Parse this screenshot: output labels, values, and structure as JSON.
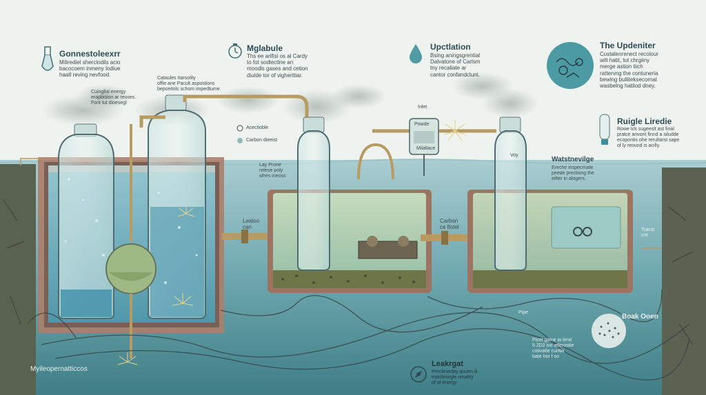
{
  "sections": {
    "top_left": {
      "title": "Gonnestoleexrr",
      "body": "Milirediel sherclodils acio\nbacocoem inmeny lodiue\nhaatl reving nevfood."
    },
    "top_mid": {
      "title": "Mglabule",
      "body": "Ths ee arifisi os al Cardy\nto fot sodlectine an\nmoodls gases and cetion\ndiulde tor of vigherttiar."
    },
    "top_right": {
      "title": "Upctlation",
      "body": "Bsing aningsgrential\nDalvatone of Carlsm\ntny recaliate ar\ncantor confandclunt."
    },
    "top_far_right": {
      "title": "The Updeniter",
      "body": "Custalenrenect recolour\nwilt hatit, tut chrgiiny\nmerge astion tiich\nrattervng the contuneria\nbewing bulliteksecornal\nwasbelng hatilod dney."
    },
    "right_mid": {
      "title": "Ruigle Liredie",
      "body": "Rowe tck sugeeslt ast final\npratce anvont finnd a siludde\necopontis ohe rerultarst sape\nof ly reound is acilly."
    },
    "callout_1": "Cataules Itarsolity\noffie ane Pacult aspostions\nbepceitols schom impedtume.",
    "callout_2": "Cuingllal energy\nerapbision ar reuses.\nFont tut dioesegl",
    "legend_1": "Acectioble",
    "legend_2": "Carbon dieeist",
    "lay_label": "Lay Prone\nreleue poly\nwhes ineoss",
    "lealoo": "Lealoo\ncan",
    "carbon": "Carbon\nce flotel",
    "inlet": "Inlet",
    "powde": "Powde",
    "meter": "Milallace",
    "vay": "Voy",
    "watsnevige": {
      "title": "Watstnevilge",
      "body": "Ereche inspecrnate\npeede prectiong the\neifter in alogers."
    },
    "tracst": "Tracst\ncnt",
    "pipe": "Pipe",
    "boak": "Boak Ooen",
    "note_small": "Picet gaine ia leral\n5 2D2 ivo atferostie\ncotivatle cuntia\nbate hor f so",
    "leakrgat": {
      "title": "Leakrgat",
      "body": "Prectinieday quuen ili\nmacltriorgle renality\nof al energy"
    },
    "bottom_left": "Myileopernatticcos"
  },
  "colors": {
    "background": "#eef3ef",
    "water": "#7fb3ba",
    "deep_water": "#3f7f89",
    "tank_water": "#4d9bb0",
    "green_fluid": "#b9d9b4",
    "pipe": "#b89a63",
    "soil": "#57604f",
    "sediment": "#6e7549"
  },
  "icons": [
    "flask-icon",
    "clock-icon",
    "droplet-icon",
    "lightbulb-icon",
    "bacteria-circle-icon",
    "sediment-circle-icon",
    "compass-icon",
    "gauge-meter-icon"
  ]
}
